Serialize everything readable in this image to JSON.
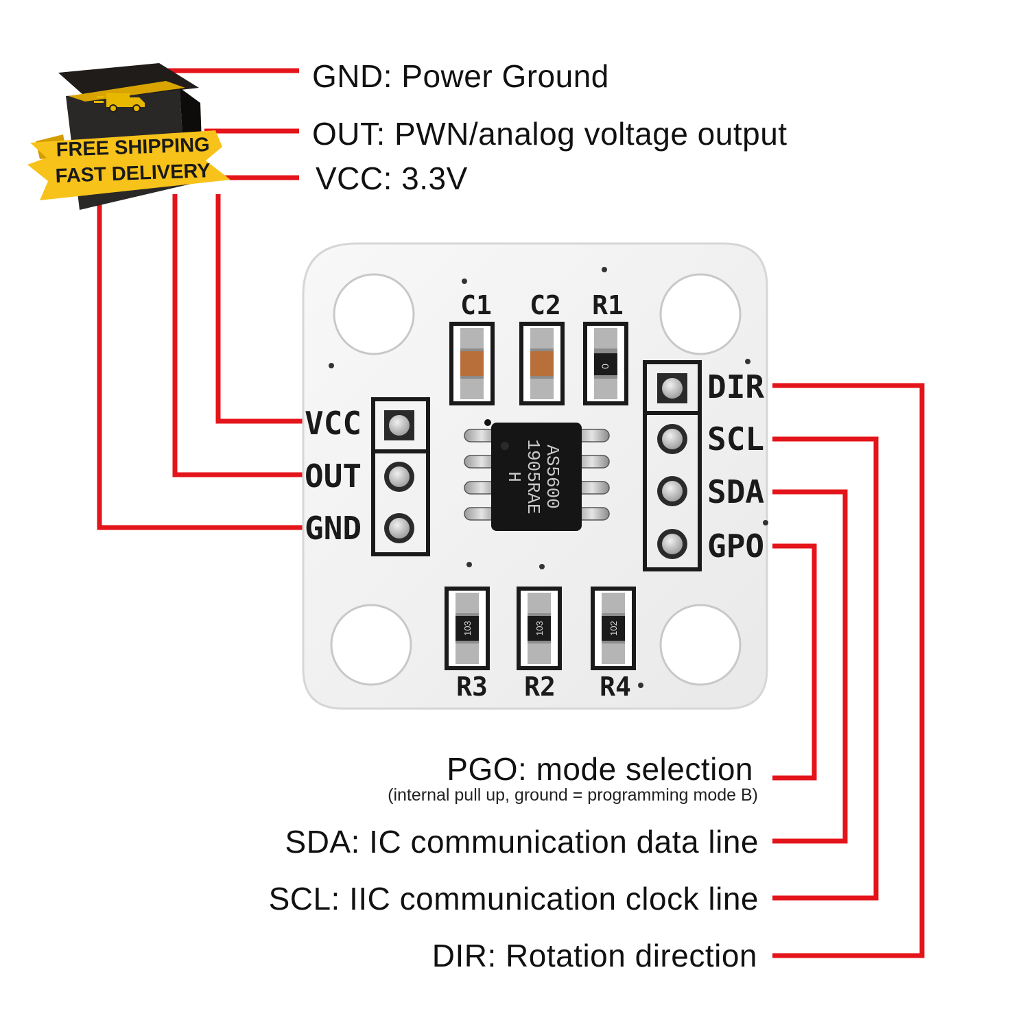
{
  "badge": {
    "line1": "FREE SHIPPING",
    "line2": "FAST DELIVERY",
    "icon": "delivery-truck-icon",
    "colors": {
      "ribbon": "#f7c21a",
      "box": "#1f1c1a",
      "text": "#1a1a1a"
    }
  },
  "board": {
    "chip": {
      "line1": "AS5600",
      "line2": "1905RAE",
      "line3": "H"
    },
    "components_top": [
      "C1",
      "C2",
      "R1"
    ],
    "components_bottom": [
      "R3",
      "R2",
      "R4"
    ],
    "resistor_codes": {
      "r1": "0",
      "r3": "103",
      "r2": "103",
      "r4": "102"
    },
    "pins_left": [
      "VCC",
      "OUT",
      "GND"
    ],
    "pins_right": [
      "DIR",
      "SCL",
      "SDA",
      "GPO"
    ]
  },
  "labels": {
    "gnd": "GND: Power Ground",
    "out": "OUT: PWN/analog voltage output",
    "vcc": "VCC: 3.3V",
    "pgo": "PGO: mode selection",
    "pgo_note": "(internal pull up, ground = programming mode B)",
    "sda": "SDA: IC communication data line",
    "scl": "SCL: IIC communication clock line",
    "dir": "DIR: Rotation direction"
  },
  "colors": {
    "wire": "#e4141b",
    "board": "#f4f4f4",
    "silkscreen": "#1a1a1a",
    "chip": "#151515"
  }
}
